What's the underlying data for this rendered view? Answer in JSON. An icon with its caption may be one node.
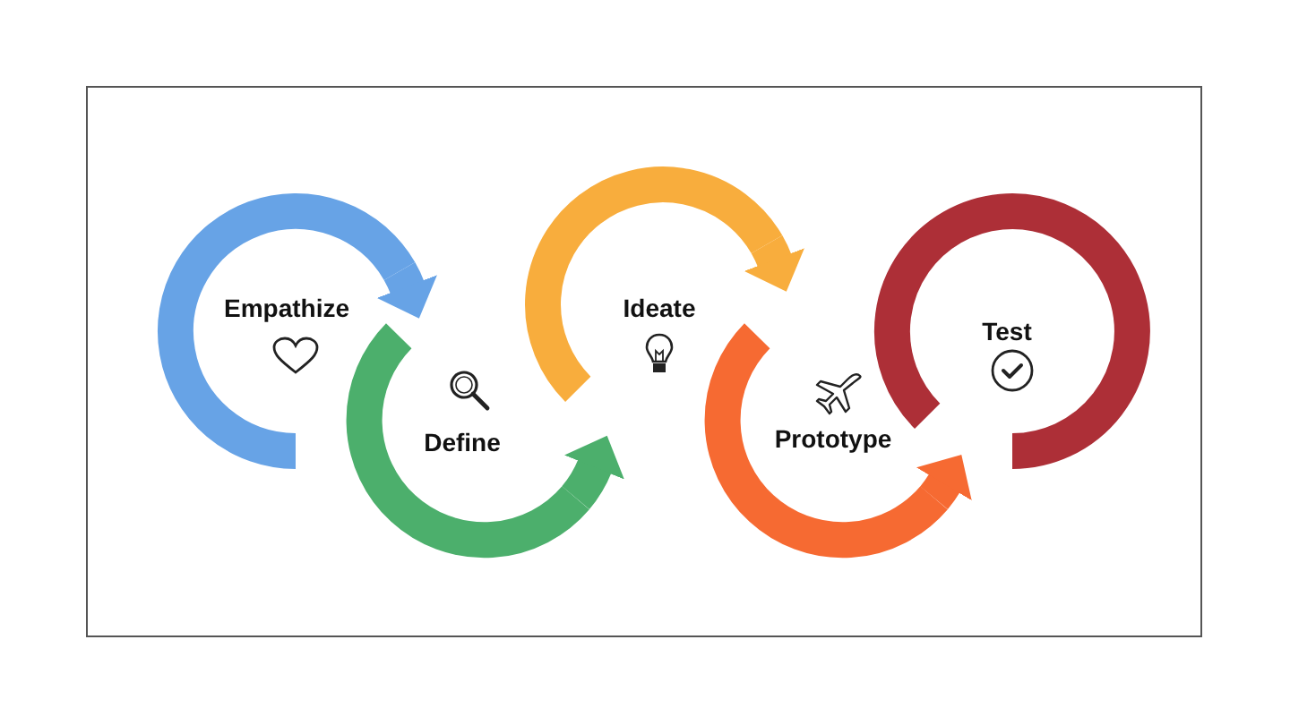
{
  "diagram": {
    "nodes": [
      {
        "text": [
          "Empathize"
        ]
      },
      {
        "text": [
          "Define"
        ]
      },
      {
        "text": [
          "Ideate"
        ]
      },
      {
        "text": [
          "Prototype"
        ]
      },
      {
        "text": [
          "Test"
        ]
      }
    ],
    "edges": [
      {
        "from": 0,
        "to": 1,
        "arrow": "to",
        "color": "#67a3e6"
      },
      {
        "from": 1,
        "to": 2,
        "arrow": "to",
        "color": "#4caf6c"
      },
      {
        "from": 2,
        "to": 3,
        "arrow": "to",
        "color": "#f8ad3d"
      },
      {
        "from": 3,
        "to": 4,
        "arrow": "to",
        "color": "#f66a32"
      }
    ]
  }
}
